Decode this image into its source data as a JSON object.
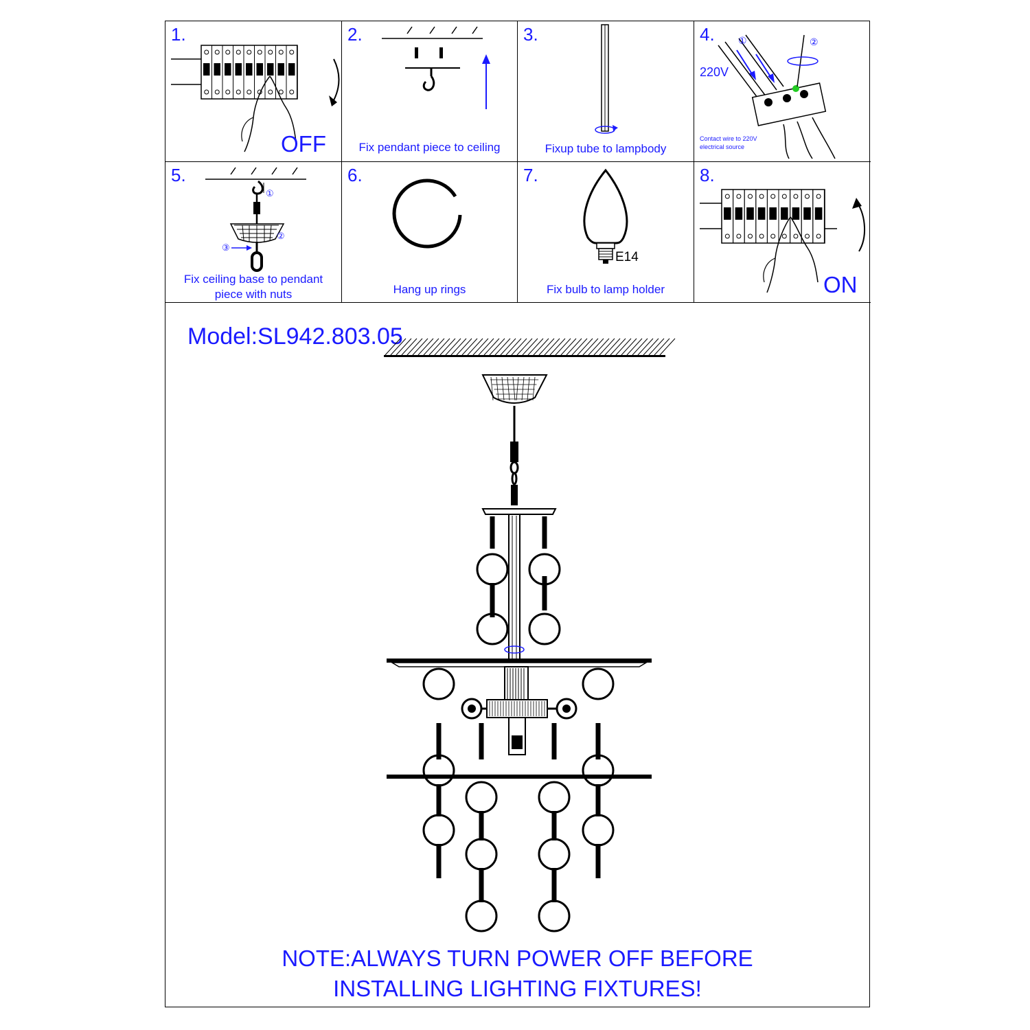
{
  "steps": [
    {
      "num": "1.",
      "badge": "OFF"
    },
    {
      "num": "2.",
      "caption": "Fix pendant piece to ceiling"
    },
    {
      "num": "3.",
      "caption": "Fixup tube to lampbody"
    },
    {
      "num": "4.",
      "voltage": "220V",
      "note_line1": "Contact wire to 220V",
      "note_line2": "electrical source",
      "marker1": "①",
      "marker2": "②"
    },
    {
      "num": "5.",
      "caption_line1": "Fix ceiling base to pendant",
      "caption_line2": "piece with nuts",
      "marker1": "①",
      "marker2": "②",
      "marker3": "③"
    },
    {
      "num": "6.",
      "caption": "Hang up rings"
    },
    {
      "num": "7.",
      "caption": "Fix bulb to lamp holder",
      "bulb_type": "E14"
    },
    {
      "num": "8.",
      "badge": "ON"
    }
  ],
  "model": "Model:SL942.803.05",
  "note_line1": "NOTE:ALWAYS TURN POWER OFF BEFORE",
  "note_line2": "INSTALLING LIGHTING FIXTURES!",
  "colors": {
    "accent": "#1a1aff",
    "line": "#000000",
    "highlight": "#22cc22"
  }
}
